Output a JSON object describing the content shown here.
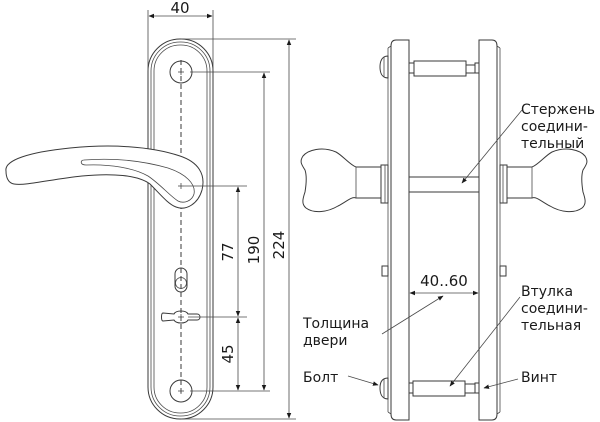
{
  "diagram": {
    "type": "technical-drawing",
    "subject": "door handle on backplate with mounting hardware",
    "front_view": {
      "dimensions": {
        "plate_width": "40",
        "plate_height": "224",
        "mount_hole_spacing": "190",
        "handle_to_key_spacing": "77",
        "key_to_bottom_hole_spacing": "45"
      }
    },
    "side_view": {
      "dimensions": {
        "door_thickness_range": "40..60"
      },
      "labels": {
        "rod": [
          "Стержень",
          "соедини-",
          "тельный"
        ],
        "sleeve": [
          "Втулка",
          "соедини-",
          "тельная"
        ],
        "door_thickness": [
          "Толщина",
          "двери"
        ],
        "bolt": "Болт",
        "screw": "Винт"
      }
    },
    "colors": {
      "line": "#3a3a3a",
      "text": "#1a1a1a",
      "background": "#ffffff"
    }
  }
}
